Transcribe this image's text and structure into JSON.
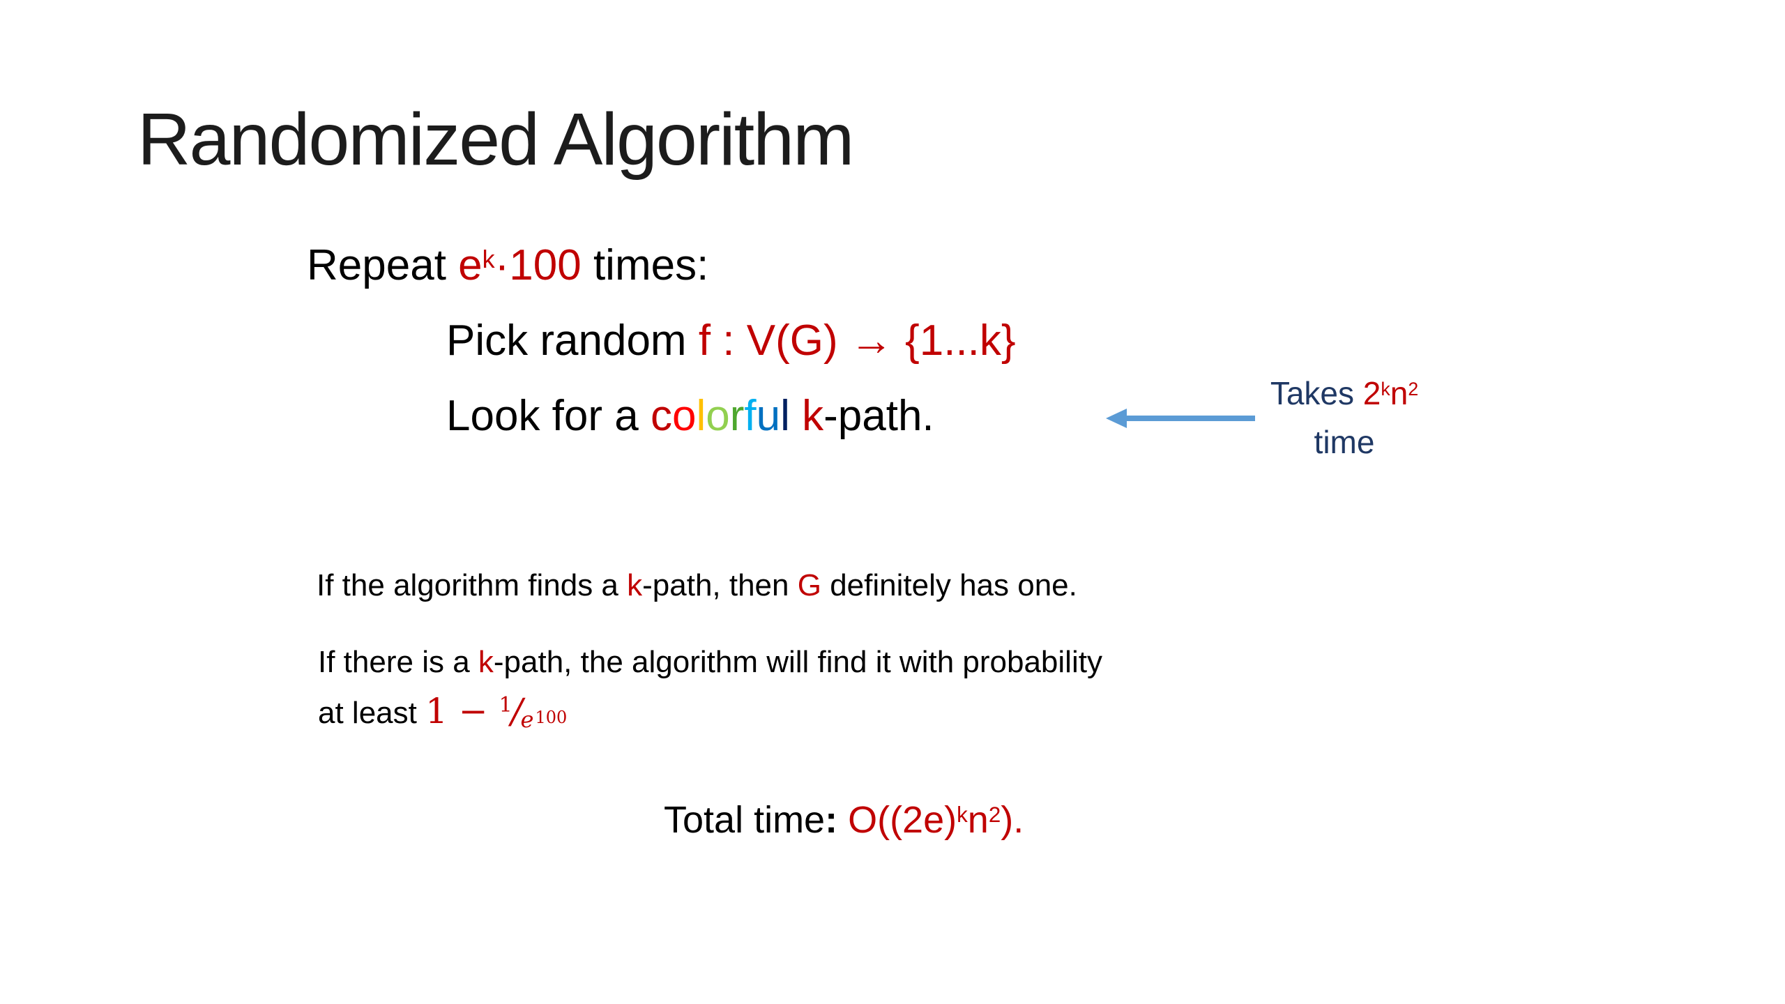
{
  "slide": {
    "title": "Randomized Algorithm",
    "colors": {
      "title": "#1c1c1c",
      "text": "#000000",
      "red": "#C00000",
      "navy": "#1F3864",
      "arrow_blue": "#5B9BD5"
    },
    "algorithm": {
      "repeat": {
        "black1": "Repeat ",
        "red_base": "e",
        "red_sup": "k",
        "red_tail": "·100",
        "black2": " times:"
      },
      "pick": {
        "black1": "Pick random ",
        "red1": "f : V(G) ",
        "arrow": "→",
        "red2": " {1...k}"
      },
      "look": {
        "black1": "Look for a ",
        "letters": [
          {
            "ch": "c",
            "color": "#C00000"
          },
          {
            "ch": "o",
            "color": "#FF0000"
          },
          {
            "ch": "l",
            "color": "#FFC000"
          },
          {
            "ch": "o",
            "color": "#92D050"
          },
          {
            "ch": "r",
            "color": "#4EA72E"
          },
          {
            "ch": "f",
            "color": "#00B0F0"
          },
          {
            "ch": "u",
            "color": "#0070C0"
          },
          {
            "ch": "l",
            "color": "#002060"
          }
        ],
        "red_k": " k",
        "black2": "-path."
      }
    },
    "annotation": {
      "takes": "Takes ",
      "base2": "2",
      "sup_k": "k",
      "base_n": "n",
      "sup_2": "2",
      "time": "time"
    },
    "claim1": {
      "p1": "If the algorithm finds a ",
      "k": "k",
      "p2": "-path, then ",
      "g": "G",
      "p3": " definitely has one."
    },
    "claim2_line1": {
      "p1": "If there is a ",
      "k": "k",
      "p2": "-path, the algorithm will find it with probability"
    },
    "claim2_line2": {
      "p1": "at least ",
      "one_minus": "1 − ",
      "frac_num": "1",
      "frac_slash": "/",
      "frac_e": "e",
      "frac_exp": "100"
    },
    "total": {
      "black": "Total time",
      "colon": ":",
      "red1": " O((2e)",
      "sup_k": "k",
      "n": "n",
      "sup_2": "2",
      "red2": ")."
    }
  }
}
